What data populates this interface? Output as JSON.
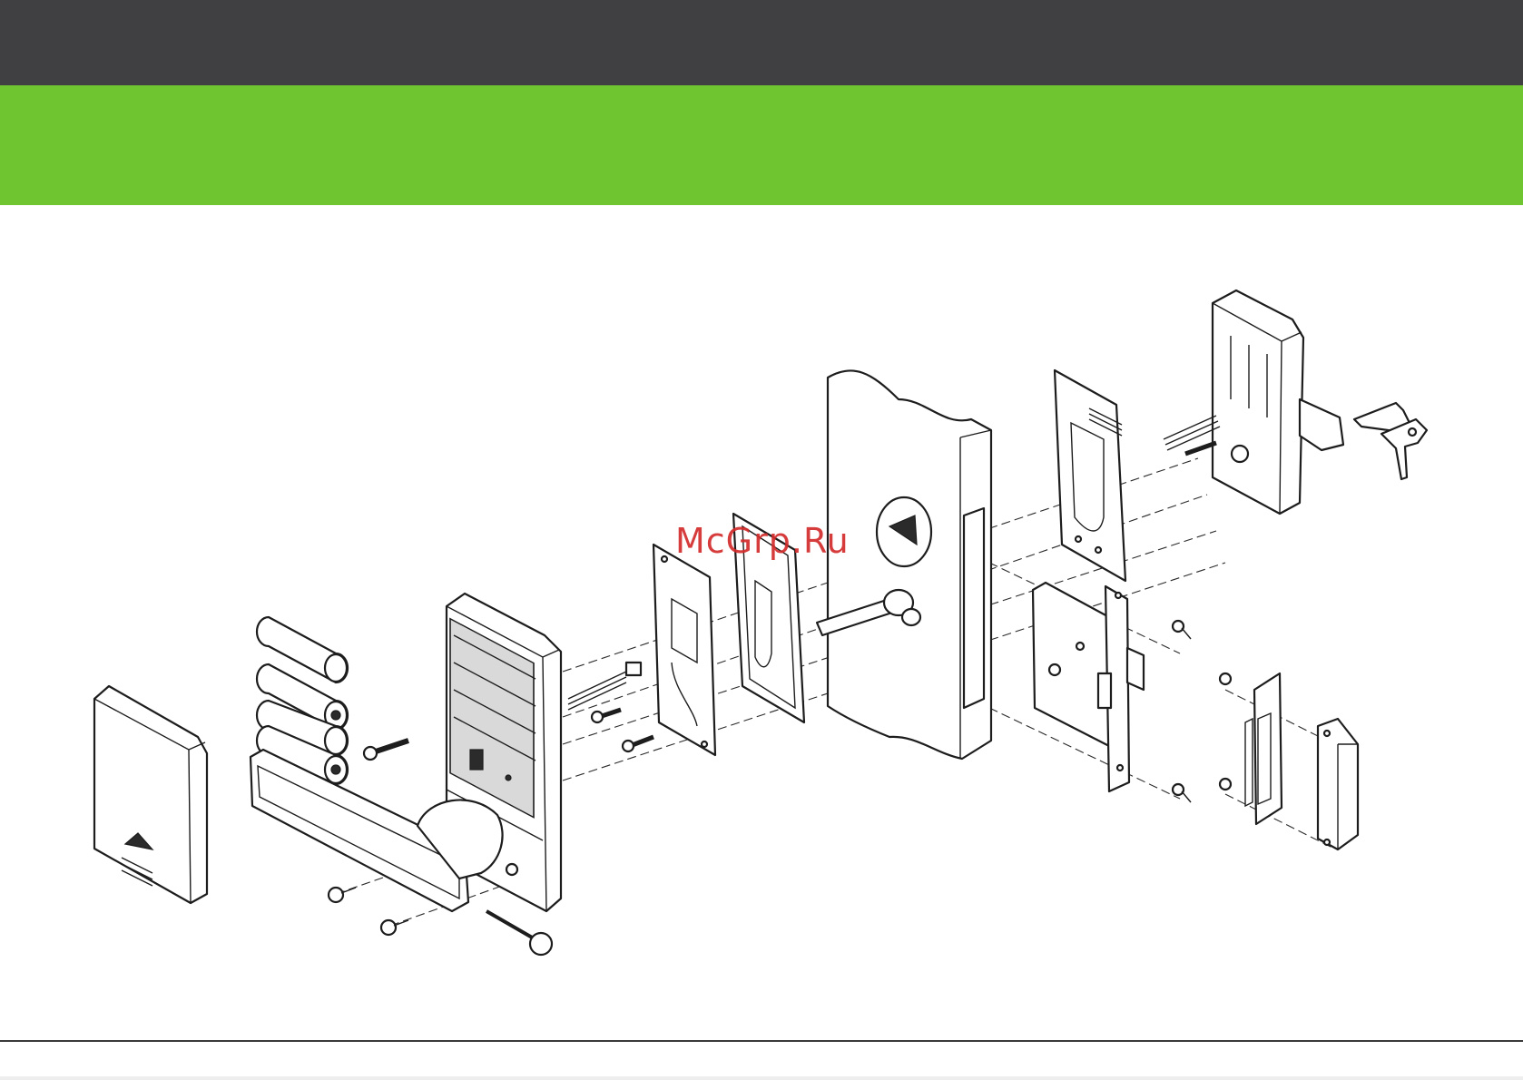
{
  "watermark": {
    "text": "McGrp.Ru"
  },
  "colors": {
    "header_bar": "#404042",
    "accent_band": "#6fc52f",
    "watermark": "#d32c2c"
  },
  "diagram": {
    "type": "exploded-view",
    "components": [
      "battery-cover",
      "batteries",
      "outer-lock-body",
      "lever-handle",
      "handle-screws",
      "emergency-key-pin",
      "inner-mounting-plate",
      "gasket",
      "door-panel",
      "rose-plate",
      "inner-lock-body",
      "mechanical-keys",
      "mortise-lock",
      "strike-plate",
      "strike-box"
    ]
  }
}
